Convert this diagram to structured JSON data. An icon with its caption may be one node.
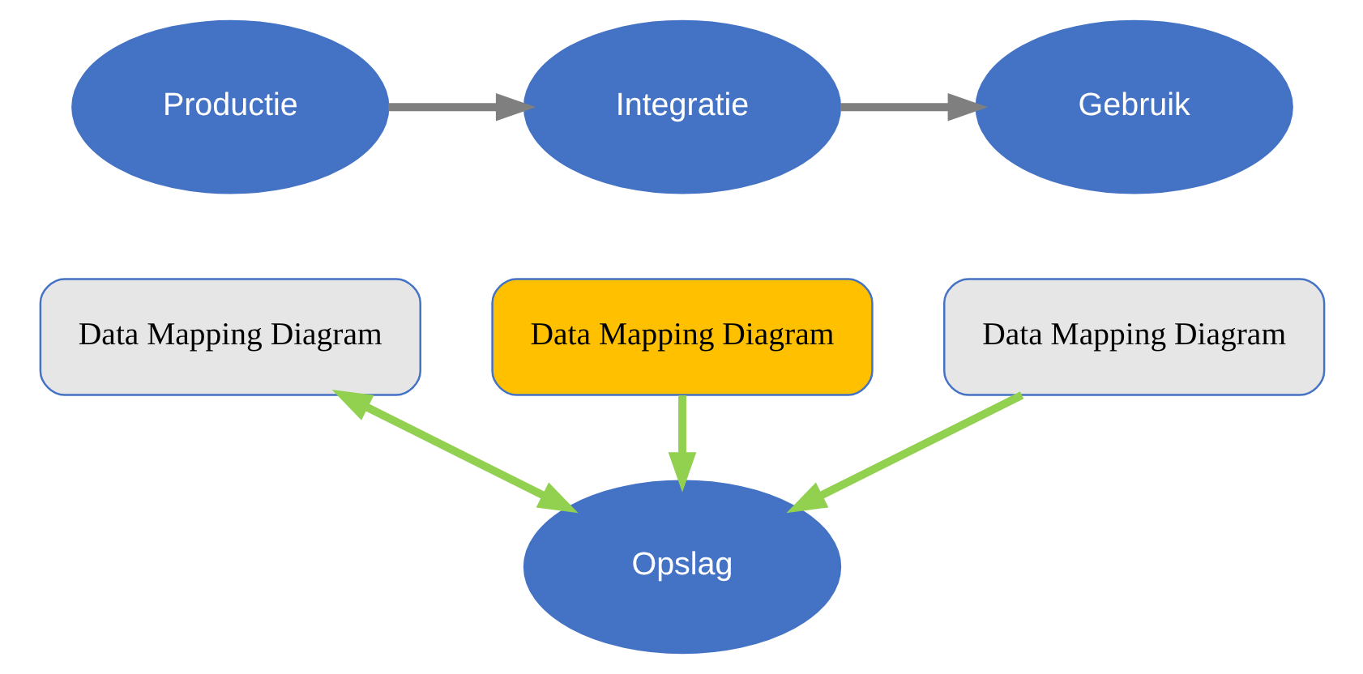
{
  "diagram": {
    "nodes": [
      {
        "text": [
          "Productie"
        ]
      },
      {
        "text": [
          "Data Mapping Diagram"
        ]
      },
      {
        "text": [
          "Integratie"
        ]
      },
      {
        "text": [
          "Data Mapping Diagram"
        ]
      },
      {
        "text": [
          "Gebruik"
        ]
      },
      {
        "text": [
          "Data Mapping Diagram"
        ]
      },
      {
        "text": [
          "Opslag"
        ]
      }
    ],
    "edges": [
      {
        "from": 0,
        "to": 2,
        "arrow": "to",
        "color": "#7f7f7f"
      },
      {
        "from": 2,
        "to": 4,
        "arrow": "to",
        "color": "#7f7f7f"
      },
      {
        "from": 1,
        "to": 6,
        "arrow": "both"
      },
      {
        "from": 3,
        "to": 6,
        "arrow": "to"
      },
      {
        "from": 5,
        "to": 6,
        "arrow": "to"
      }
    ]
  }
}
